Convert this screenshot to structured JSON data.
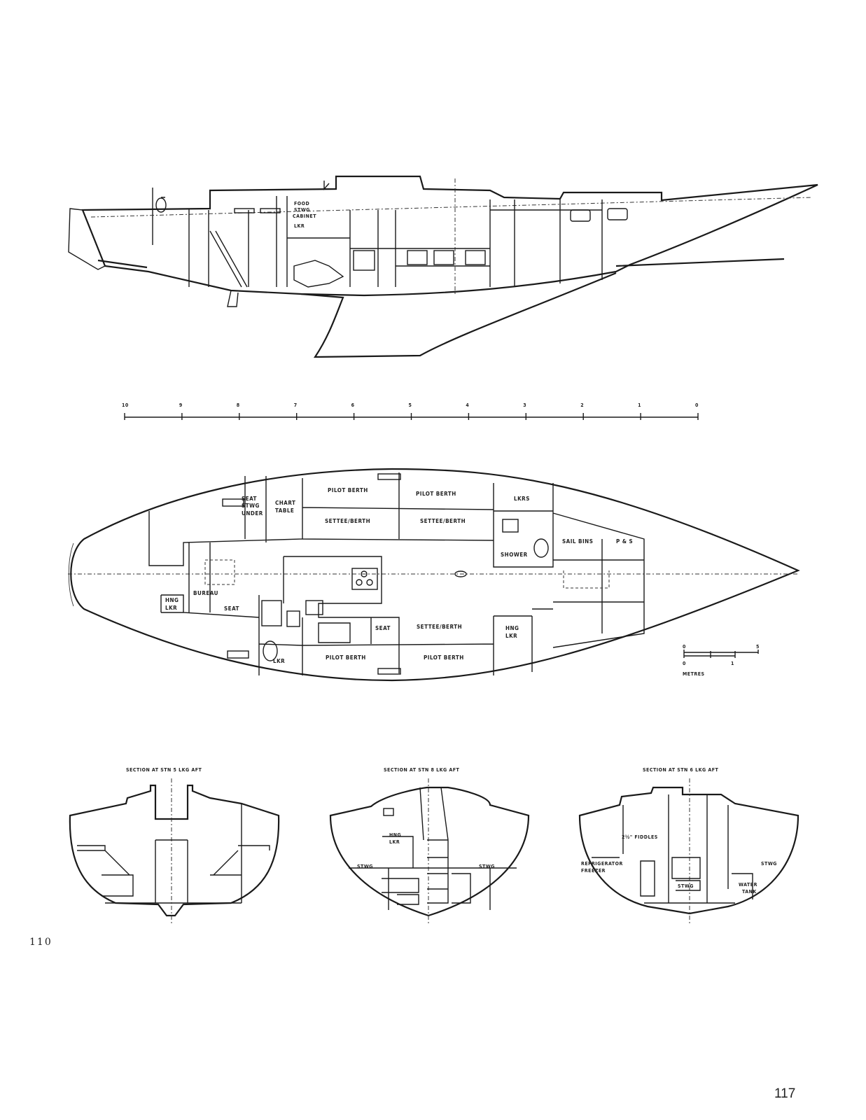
{
  "profile": {
    "labels": {
      "food": "FOOD",
      "stwg": "STWG",
      "cabinet": "CABINET",
      "lkr": "LKR"
    }
  },
  "scale_bar": {
    "ticks": [
      "10",
      "9",
      "8",
      "7",
      "6",
      "5",
      "4",
      "3",
      "2",
      "1",
      "0"
    ]
  },
  "plan": {
    "labels": {
      "seat_stwg_under": [
        "SEAT",
        "STWG",
        "UNDER"
      ],
      "chart_table": [
        "CHART",
        "TABLE"
      ],
      "pilot_berth": "PILOT BERTH",
      "settee_berth": "SETTEE/BERTH",
      "lkrs": "LKRS",
      "shower": "SHOWER",
      "sail_bins": "SAIL BINS",
      "p_and_s": "P & S",
      "bureau": "BUREAU",
      "hng_lkr": [
        "HNG",
        "LKR"
      ],
      "seat": "SEAT",
      "lkr": "LKR"
    },
    "metric_scale": {
      "top_left": "0",
      "top_right": "5",
      "bottom_left": "0",
      "bottom_right": "1",
      "unit": "METRES"
    }
  },
  "sections": [
    {
      "title": "SECTION AT STN 5 LKG AFT",
      "labels": []
    },
    {
      "title": "SECTION AT STN 8 LKG AFT",
      "labels": [
        "HNG",
        "LKR",
        "STWG",
        "STWG"
      ]
    },
    {
      "title": "SECTION AT STN 6 LKG AFT",
      "labels": [
        "2½\" FIDDLES",
        "REFRIGERATOR",
        "FREEZER",
        "STWG",
        "STWG",
        "WATER",
        "TANK"
      ]
    }
  ],
  "page_numbers": {
    "left": "110",
    "right": "117"
  }
}
